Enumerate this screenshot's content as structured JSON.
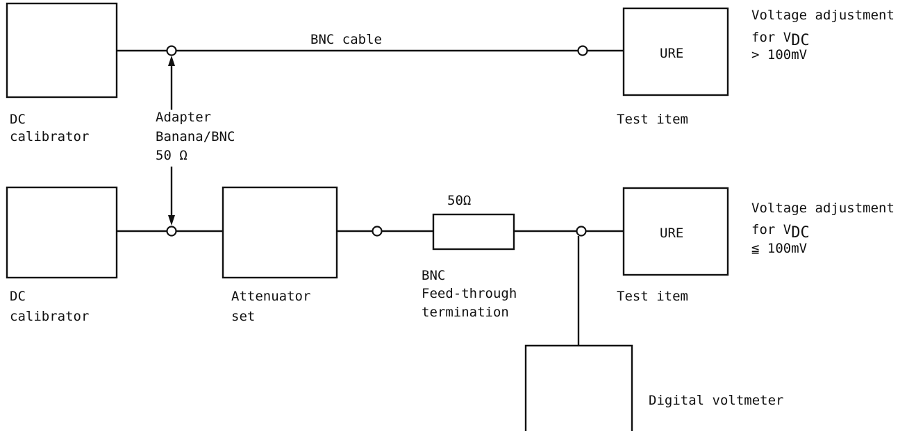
{
  "top_row": {
    "source_label_line1": "DC",
    "source_label_line2": "calibrator",
    "cable_label": "BNC cable",
    "test_item_box_label": "URE",
    "test_item_label": "Test item",
    "note_line1": "Voltage adjustment",
    "note_line2_prefix": "for V",
    "note_line2_sub": "DC",
    "note_line3": "> 100mV"
  },
  "adapter": {
    "line1": "Adapter",
    "line2": "Banana/BNC",
    "line3": "50 Ω"
  },
  "bottom_row": {
    "source_label_line1": "DC",
    "source_label_line2": "calibrator",
    "attenuator_line1": "Attenuator",
    "attenuator_line2": "set",
    "resistor_label": "50Ω",
    "termination_line1": "BNC",
    "termination_line2": "Feed-through",
    "termination_line3": "termination",
    "test_item_box_label": "URE",
    "test_item_label": "Test item",
    "note_line1": "Voltage adjustment",
    "note_line2_prefix": "for V",
    "note_line2_sub": "DC",
    "note_line3": "≦ 100mV",
    "voltmeter_label": "Digital voltmeter"
  }
}
